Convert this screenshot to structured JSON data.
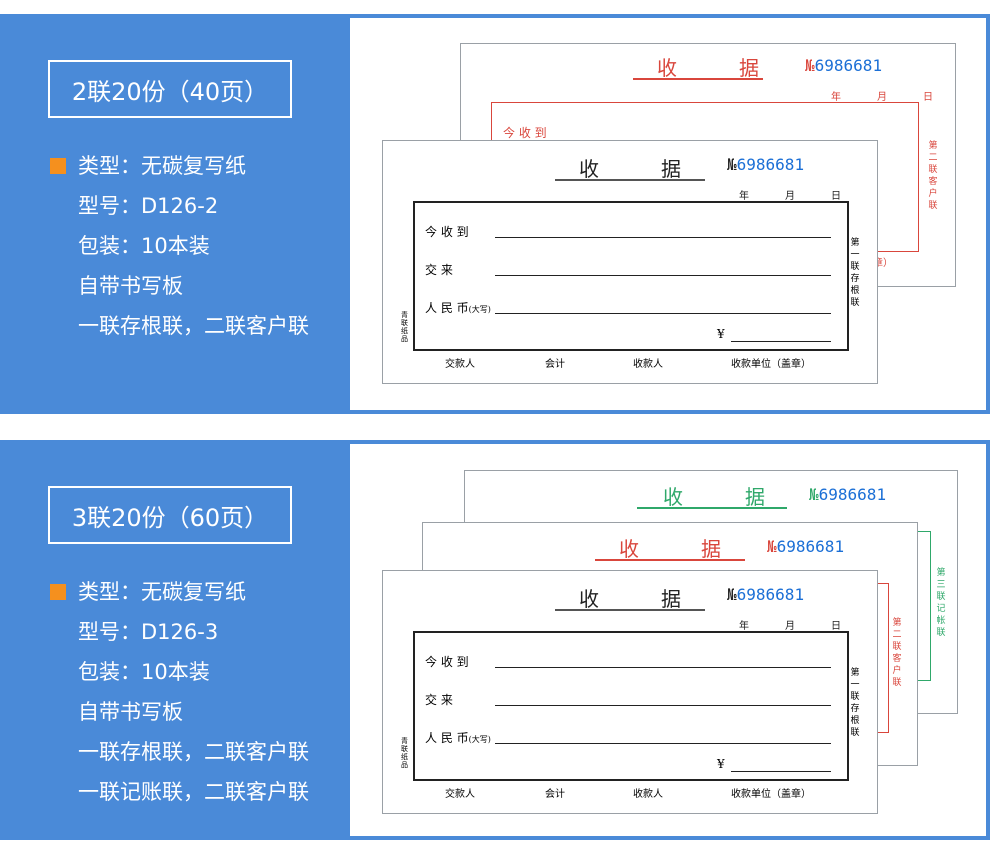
{
  "panels": [
    {
      "title": "2联20份（40页）",
      "specs": [
        "类型：无碳复写纸",
        "型号：D126-2",
        "包装：10本装",
        "自带书写板",
        "一联存根联，二联客户联"
      ]
    },
    {
      "title": "3联20份（60页）",
      "specs": [
        "类型：无碳复写纸",
        "型号：D126-3",
        "包装：10本装",
        "自带书写板",
        "一联存根联，二联客户联",
        "一联记账联，二联客户联"
      ]
    }
  ],
  "receipt": {
    "title_left": "收",
    "title_right": "据",
    "no_prefix": "№",
    "number": "6986681",
    "date_year": "年",
    "date_month": "月",
    "date_day": "日",
    "row_received": "今 收 到",
    "row_from": "交     来",
    "row_rmb": "人 民 币",
    "row_rmb_note": "(大写)",
    "yen": "¥",
    "side_stub": "第一联存根联",
    "side_client": "第二联客户联",
    "side_account": "第三联记帐联",
    "left_tag": "青联纸品",
    "footer_payer": "交款人",
    "footer_accountant": "会计",
    "footer_payee": "收款人",
    "footer_unit": "收款单位（盖章）",
    "partial_seal": "章）"
  },
  "colors": {
    "panel": "#4a8ad8",
    "bullet": "#f5901e",
    "copy_black": "#222222",
    "copy_red": "#d9463c",
    "copy_green": "#2fa86a",
    "number_blue": "#1b6fd6"
  }
}
